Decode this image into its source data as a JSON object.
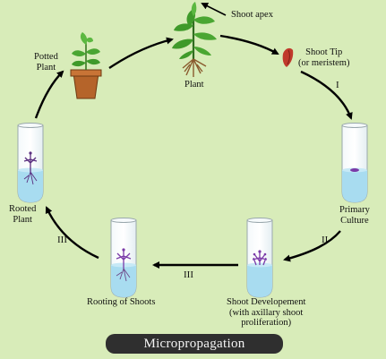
{
  "title": "Micropropagation",
  "labels": {
    "shoot_apex": "Shoot apex",
    "plant": "Plant",
    "shoot_tip_line1": "Shoot Tip",
    "shoot_tip_line2": "(or meristem)",
    "primary_culture_line1": "Primary",
    "primary_culture_line2": "Culture",
    "shoot_dev_line1": "Shoot Developement",
    "shoot_dev_line2": "(with axillary shoot",
    "shoot_dev_line3": "proliferation)",
    "rooting": "Rooting of Shoots",
    "rooted_plant_line1": "Rooted",
    "rooted_plant_line2": "Plant",
    "potted_plant_line1": "Potted",
    "potted_plant_line2": "Plant"
  },
  "stage_numerals": {
    "tip_to_culture": "I",
    "culture_to_development": "II",
    "development_to_rooting": "III",
    "rooting_to_rooted": "III"
  },
  "colors": {
    "background": "#d8ecb9",
    "medium": "#a8dcf0",
    "leaf": "#3f9a2a",
    "pot": "#b5642a",
    "explant": "#7a3aa8"
  }
}
